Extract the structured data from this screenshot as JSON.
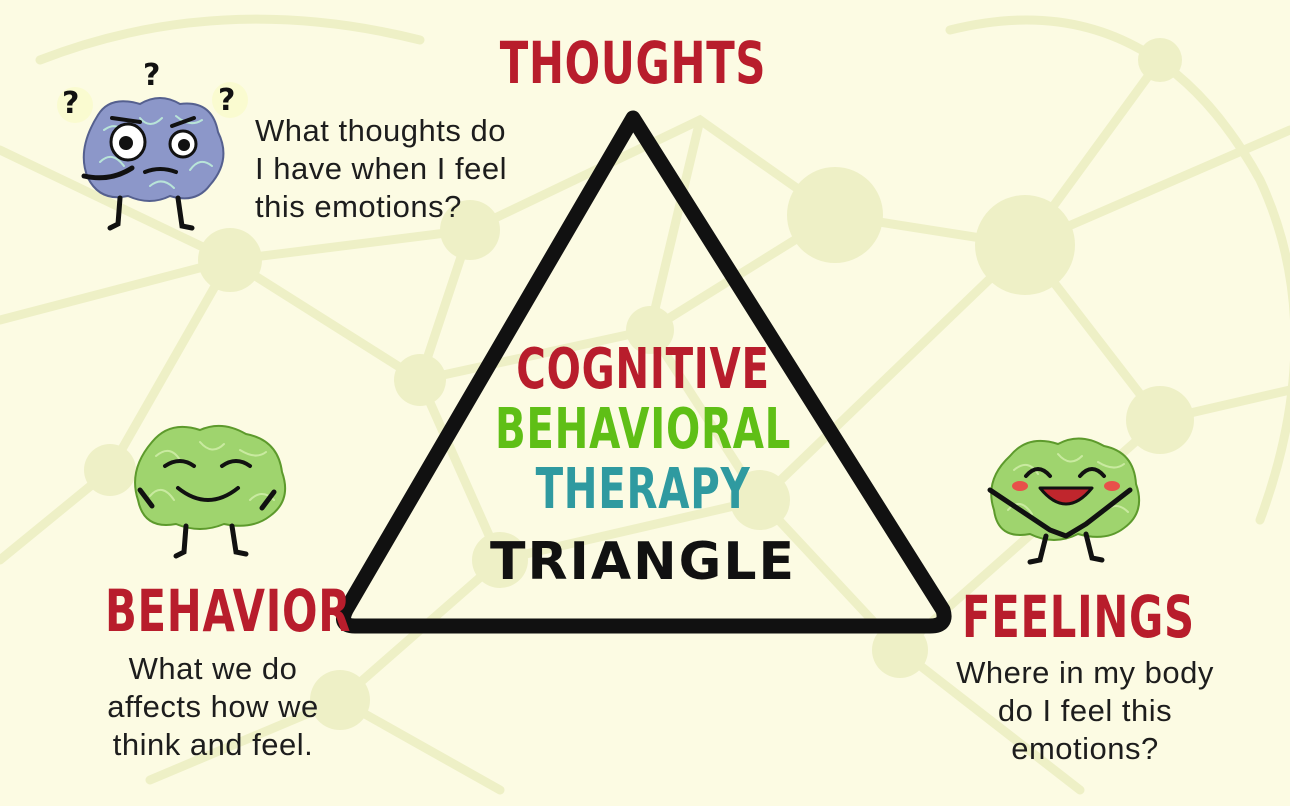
{
  "center": {
    "line1": "COGNITIVE",
    "line2": "BEHAVIORAL",
    "line3": "THERAPY",
    "line4": "TRIANGLE"
  },
  "thoughts": {
    "title": "THOUGHTS",
    "lines": [
      "What thoughts do",
      "I have when I feel",
      "this  emotions?"
    ]
  },
  "behavior": {
    "title": "BEHAVIOR",
    "lines": [
      "What we do",
      "affects how we",
      "think and feel."
    ]
  },
  "feelings": {
    "title": "FEELINGS",
    "lines": [
      "Where in my body",
      "do I feel this",
      "emotions?"
    ]
  },
  "colors": {
    "title_red": "#b81d2c",
    "cognitive_red": "#b81d2c",
    "behavioral_green": "#5fbf16",
    "therapy_teal": "#2f9aa0",
    "triangle_black": "#111111",
    "background": "#fcfbe3",
    "brain_purple": "#8c97c9",
    "brain_green": "#9fd46e"
  },
  "icons": {
    "thoughts_character": "confused-brain-icon",
    "behavior_character": "calm-brain-icon",
    "feelings_character": "happy-brain-icon",
    "question_marks": "question-mark-icon"
  }
}
